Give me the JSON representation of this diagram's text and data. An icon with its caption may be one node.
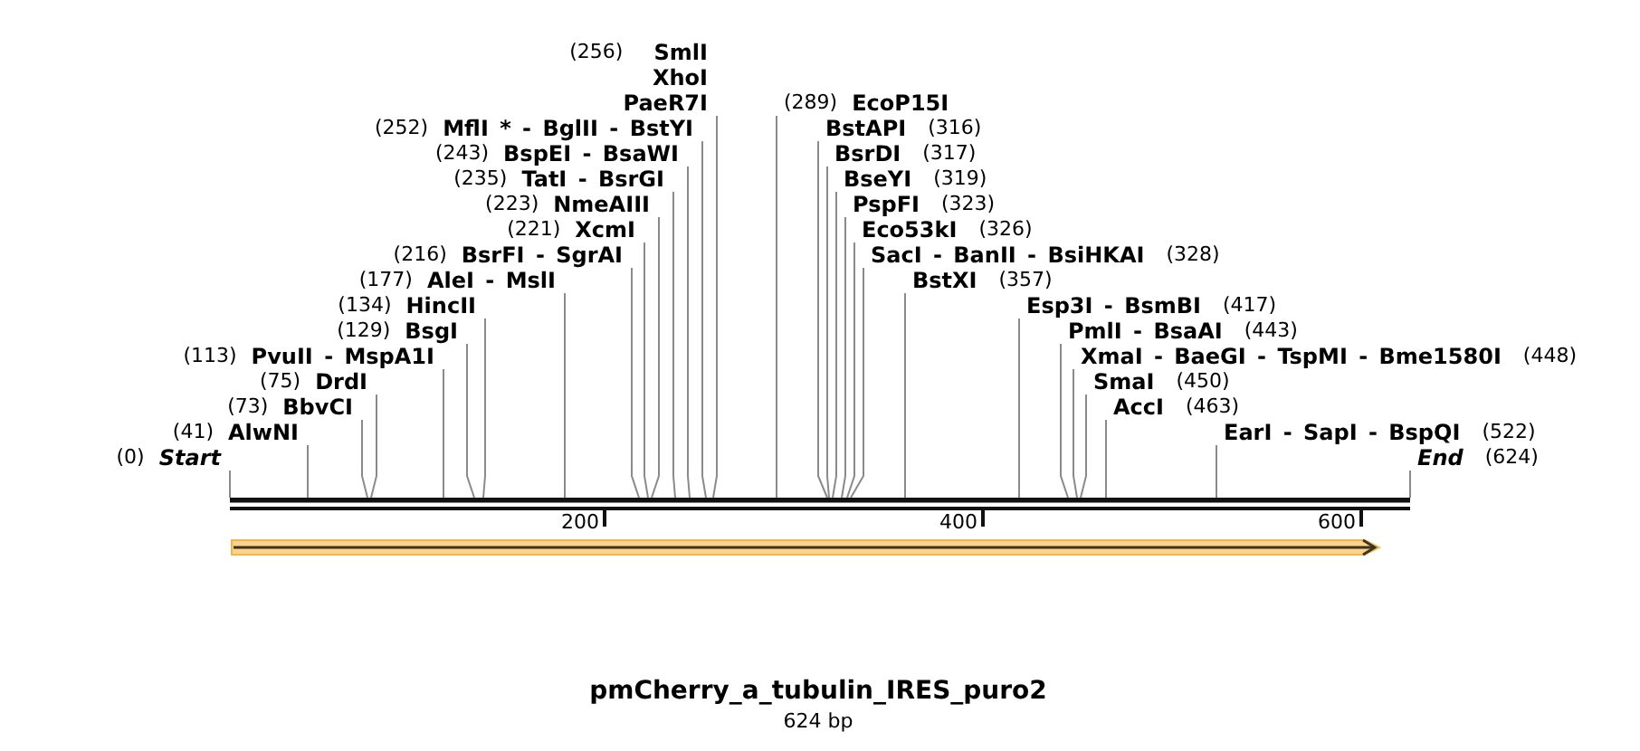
{
  "diagram": {
    "title": "pmCherry_a_tubulin_IRES_puro2",
    "caption": "624 bp",
    "nodes": [
      {
        "text": [
          "(0)",
          "Start"
        ]
      },
      {
        "text": [
          "(41)",
          "AlwNI"
        ]
      },
      {
        "text": [
          "(73)",
          "BbvCI"
        ]
      },
      {
        "text": [
          "(75)",
          "DrdI"
        ]
      },
      {
        "text": [
          "(113)",
          "PvuII - MspA1I"
        ]
      },
      {
        "text": [
          "(129)",
          "BsgI"
        ]
      },
      {
        "text": [
          "(134)",
          "HincII"
        ]
      },
      {
        "text": [
          "(177)",
          "AleI - MslI"
        ]
      },
      {
        "text": [
          "(216)",
          "BsrFI - SgrAI"
        ]
      },
      {
        "text": [
          "(221)",
          "XcmI"
        ]
      },
      {
        "text": [
          "(223)",
          "NmeAIII"
        ]
      },
      {
        "text": [
          "(235)",
          "TatI - BsrGI"
        ]
      },
      {
        "text": [
          "(243)",
          "BspEI - BsaWI"
        ]
      },
      {
        "text": [
          "(252)",
          "MflI * - BglII - BstYI"
        ]
      },
      {
        "text": [
          "(256)",
          "SmlI",
          "XhoI",
          "PaeR7I"
        ]
      },
      {
        "text": [
          "(289)",
          "EcoP15I"
        ]
      },
      {
        "text": [
          "BstAPI",
          "(316)"
        ]
      },
      {
        "text": [
          "BsrDI",
          "(317)"
        ]
      },
      {
        "text": [
          "BseYI",
          "(319)"
        ]
      },
      {
        "text": [
          "PspFI",
          "(323)"
        ]
      },
      {
        "text": [
          "Eco53kI",
          "(326)"
        ]
      },
      {
        "text": [
          "SacI - BanII - BsiHKAI",
          "(328)"
        ]
      },
      {
        "text": [
          "BstXI",
          "(357)"
        ]
      },
      {
        "text": [
          "Esp3I - BsmBI",
          "(417)"
        ]
      },
      {
        "text": [
          "PmlI - BsaAI",
          "(443)"
        ]
      },
      {
        "text": [
          "XmaI - BaeGI - TspMI - Bme1580I",
          "(448)"
        ]
      },
      {
        "text": [
          "SmaI",
          "(450)"
        ]
      },
      {
        "text": [
          "AccI",
          "(463)"
        ]
      },
      {
        "text": [
          "EarI - SapI - BspQI",
          "(522)"
        ]
      },
      {
        "text": [
          "End",
          "(624)"
        ]
      },
      {
        "text": [],
        "shape": "bar"
      }
    ],
    "edges": [
      {
        "from": 0,
        "to": 30,
        "arrow": "none"
      },
      {
        "from": 1,
        "to": 30,
        "arrow": "none"
      },
      {
        "from": 2,
        "to": 30,
        "arrow": "none"
      },
      {
        "from": 3,
        "to": 30,
        "arrow": "none"
      },
      {
        "from": 4,
        "to": 30,
        "arrow": "none"
      },
      {
        "from": 5,
        "to": 30,
        "arrow": "none"
      },
      {
        "from": 6,
        "to": 30,
        "arrow": "none"
      },
      {
        "from": 7,
        "to": 30,
        "arrow": "none"
      },
      {
        "from": 8,
        "to": 30,
        "arrow": "none"
      },
      {
        "from": 9,
        "to": 30,
        "arrow": "none"
      },
      {
        "from": 10,
        "to": 30,
        "arrow": "none"
      },
      {
        "from": 11,
        "to": 30,
        "arrow": "none"
      },
      {
        "from": 12,
        "to": 30,
        "arrow": "none"
      },
      {
        "from": 13,
        "to": 30,
        "arrow": "none"
      },
      {
        "from": 14,
        "to": 30,
        "arrow": "none"
      },
      {
        "from": 15,
        "to": 30,
        "arrow": "none"
      },
      {
        "from": 16,
        "to": 30,
        "arrow": "none"
      },
      {
        "from": 17,
        "to": 30,
        "arrow": "none"
      },
      {
        "from": 18,
        "to": 30,
        "arrow": "none"
      },
      {
        "from": 19,
        "to": 30,
        "arrow": "none"
      },
      {
        "from": 20,
        "to": 30,
        "arrow": "none"
      },
      {
        "from": 21,
        "to": 30,
        "arrow": "none"
      },
      {
        "from": 22,
        "to": 30,
        "arrow": "none"
      },
      {
        "from": 23,
        "to": 30,
        "arrow": "none"
      },
      {
        "from": 24,
        "to": 30,
        "arrow": "none"
      },
      {
        "from": 25,
        "to": 30,
        "arrow": "none"
      },
      {
        "from": 26,
        "to": 30,
        "arrow": "none"
      },
      {
        "from": 27,
        "to": 30,
        "arrow": "none"
      },
      {
        "from": 28,
        "to": 30,
        "arrow": "none"
      },
      {
        "from": 29,
        "to": 30,
        "arrow": "none"
      }
    ],
    "labels": [
      "200",
      "400",
      "600"
    ]
  }
}
